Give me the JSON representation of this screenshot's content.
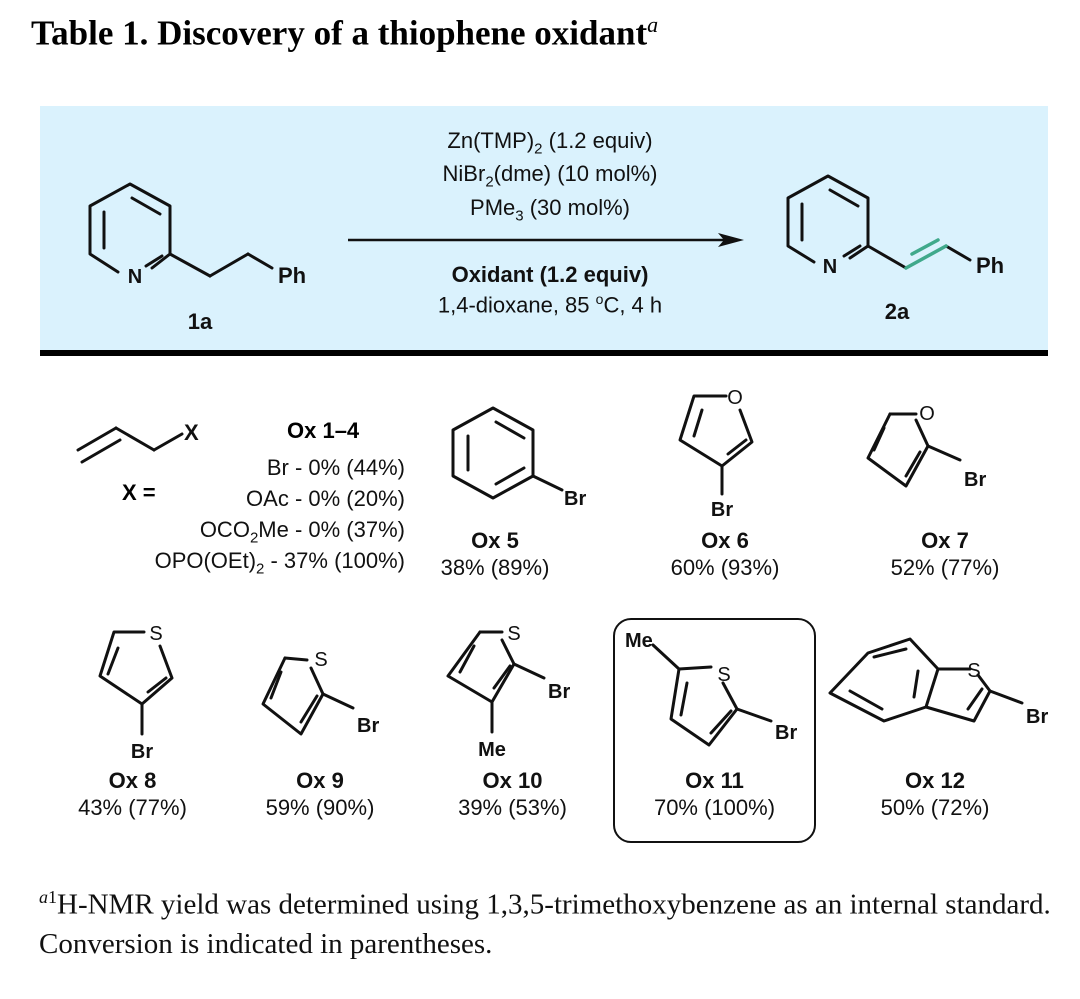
{
  "title": {
    "text": "Table 1. Discovery of a thiophene oxidant",
    "footnote_marker": "a"
  },
  "colors": {
    "scheme_background": "#daf2fd",
    "new_double_bond": "#3fa98b",
    "ink": "#111111"
  },
  "scheme": {
    "starting_material": {
      "label": "1a",
      "atom_n": "N",
      "substituent": "Ph"
    },
    "product": {
      "label": "2a",
      "atom_n": "N",
      "substituent": "Ph"
    },
    "conditions_above": {
      "line1_main": "Zn(TMP)",
      "line1_sub": "2",
      "line1_tail": " (1.2 equiv)",
      "line2_main": "NiBr",
      "line2_sub": "2",
      "line2_tail": "(dme) (10 mol%)",
      "line3_main": "PMe",
      "line3_sub": "3",
      "line3_tail": " (30 mol%)"
    },
    "conditions_below": {
      "oxidant": "Oxidant (1.2 equiv)",
      "solvent_pre": "1,4-dioxane, 85 ",
      "degree": "o",
      "solvent_post": "C, 4 h"
    }
  },
  "oxidants_1_4": {
    "group_label": "Ox 1–4",
    "x_atom": "X",
    "x_equals": "X =",
    "rows": [
      {
        "x_main": "Br",
        "x_sub": "",
        "x_tail": "",
        "result": " - 0% (44%)"
      },
      {
        "x_main": "OAc",
        "x_sub": "",
        "x_tail": "",
        "result": " - 0% (20%)"
      },
      {
        "x_main": "OCO",
        "x_sub": "2",
        "x_tail": "Me",
        "result": " - 0% (37%)"
      },
      {
        "x_main": "OPO(OEt)",
        "x_sub": "2",
        "x_tail": "",
        "result": " - 37% (100%)"
      }
    ]
  },
  "oxidants": [
    {
      "name": "Ox 5",
      "yield": "38% (89%)",
      "atoms": [
        "Br"
      ]
    },
    {
      "name": "Ox 6",
      "yield": "60% (93%)",
      "atoms": [
        "O",
        "Br"
      ]
    },
    {
      "name": "Ox 7",
      "yield": "52% (77%)",
      "atoms": [
        "O",
        "Br"
      ]
    },
    {
      "name": "Ox 8",
      "yield": "43% (77%)",
      "atoms": [
        "S",
        "Br"
      ]
    },
    {
      "name": "Ox 9",
      "yield": "59% (90%)",
      "atoms": [
        "S",
        "Br"
      ]
    },
    {
      "name": "Ox 10",
      "yield": "39% (53%)",
      "atoms": [
        "S",
        "Br",
        "Me"
      ]
    },
    {
      "name": "Ox 11",
      "yield": "70% (100%)",
      "atoms": [
        "Me",
        "S",
        "Br"
      ],
      "highlighted": true
    },
    {
      "name": "Ox 12",
      "yield": "50% (72%)",
      "atoms": [
        "S",
        "Br"
      ]
    }
  ],
  "footnote": {
    "marker": "a",
    "isotope": "1",
    "text": "H-NMR yield was determined using 1,3,5-trimethoxybenzene as an internal standard. Conversion is indicated in parentheses."
  }
}
